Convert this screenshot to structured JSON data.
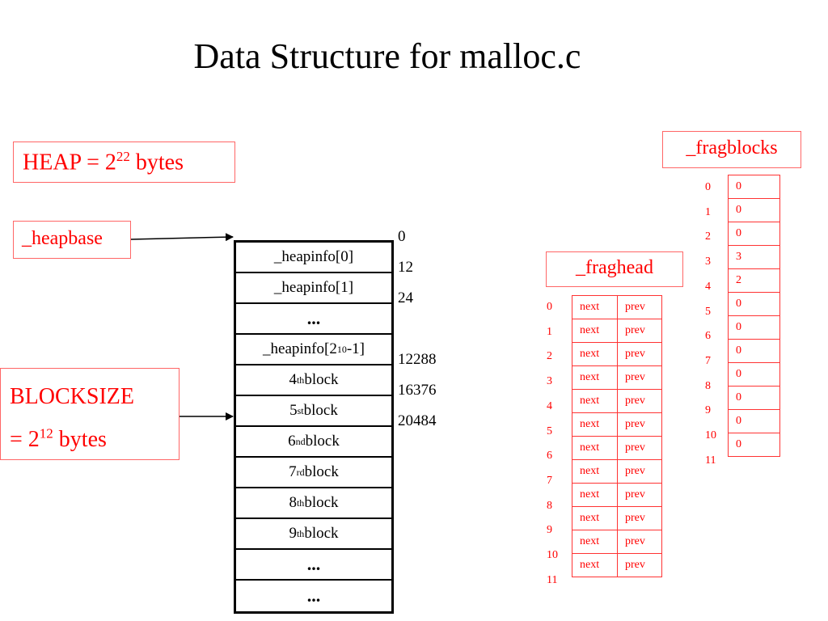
{
  "title": "Data Structure for malloc.c",
  "heap_label": {
    "text": "HEAP = 2",
    "exp": "22",
    "suffix": " bytes"
  },
  "heapbase_label": "_heapbase",
  "blocksize_label": {
    "line1": "BLOCKSIZE",
    "line2_prefix": "= 2",
    "exp": "12",
    "suffix": " bytes"
  },
  "heap_rows": [
    {
      "pre": "_heapinfo[0]",
      "sup": "",
      "post": ""
    },
    {
      "pre": "_heapinfo[1]",
      "sup": "",
      "post": ""
    },
    {
      "pre": "...",
      "sup": "",
      "post": ""
    },
    {
      "pre": "_heapinfo[2",
      "sup": "10",
      "post": "-1]"
    },
    {
      "pre": "4",
      "sup": "th",
      "post": " block"
    },
    {
      "pre": "5",
      "sup": "st",
      "post": " block"
    },
    {
      "pre": "6",
      "sup": "nd",
      "post": " block"
    },
    {
      "pre": "7",
      "sup": "rd",
      "post": " block"
    },
    {
      "pre": "8",
      "sup": "th",
      "post": " block"
    },
    {
      "pre": "9",
      "sup": "th",
      "post": " block"
    },
    {
      "pre": "...",
      "sup": "",
      "post": ""
    },
    {
      "pre": "...",
      "sup": "",
      "post": ""
    }
  ],
  "offsets": [
    "0",
    "12",
    "24",
    "12288",
    "16376",
    "20484"
  ],
  "fraghead": {
    "label": "_fraghead",
    "indices": [
      "0",
      "1",
      "2",
      "3",
      "4",
      "5",
      "6",
      "7",
      "8",
      "9",
      "10",
      "11"
    ],
    "next_label": "next",
    "prev_label": "prev"
  },
  "fragblocks": {
    "label": "_fragblocks",
    "indices": [
      "0",
      "1",
      "2",
      "3",
      "4",
      "5",
      "6",
      "7",
      "8",
      "9",
      "10",
      "11"
    ],
    "values": [
      "0",
      "0",
      "0",
      "3",
      "2",
      "0",
      "0",
      "0",
      "0",
      "0",
      "0",
      "0"
    ]
  },
  "colors": {
    "accent": "#ff0000",
    "box_border": "#ff6666",
    "ink": "#000000"
  }
}
